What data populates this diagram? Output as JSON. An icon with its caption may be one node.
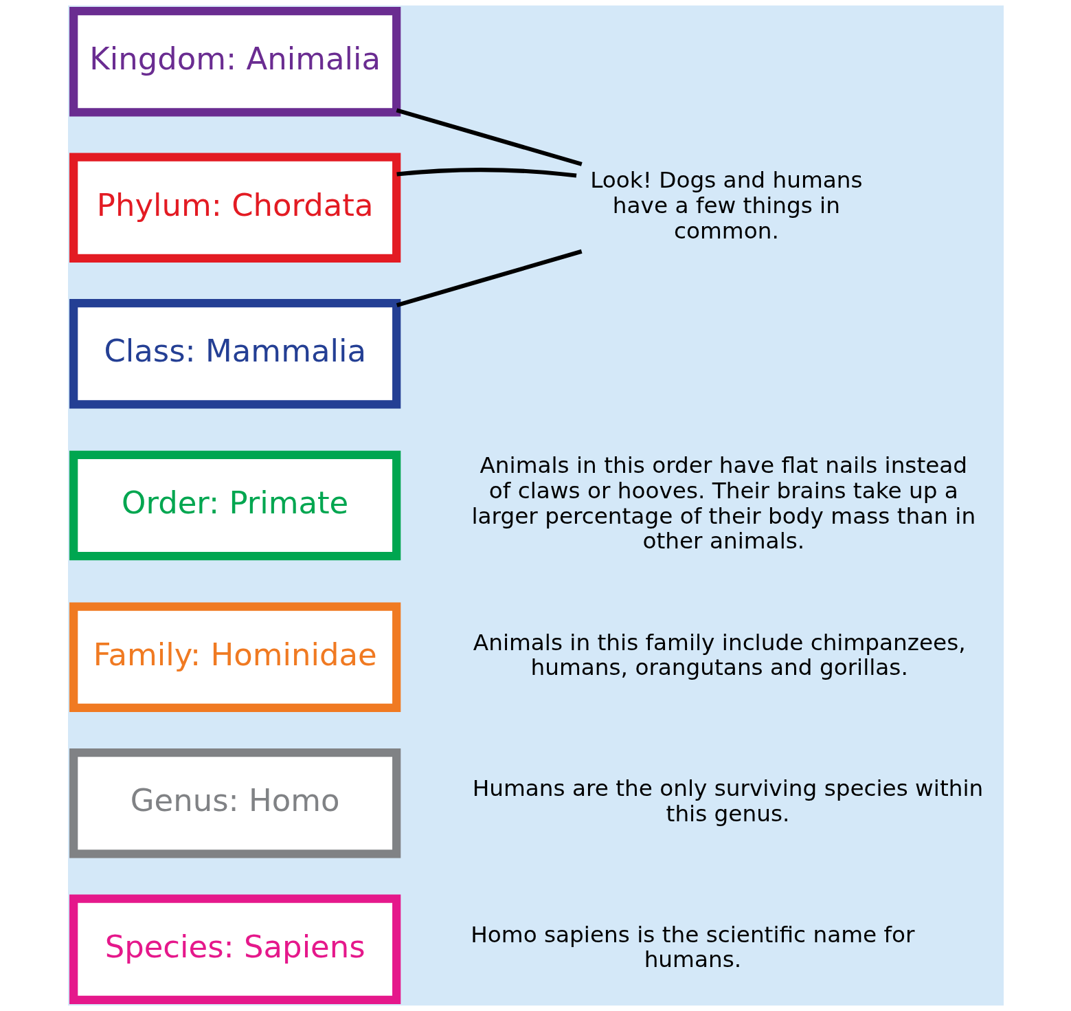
{
  "diagram": {
    "nodes": [
      {
        "text": [
          "Kingdom: Animalia"
        ]
      },
      {
        "text": [
          "Phylum: Chordata"
        ]
      },
      {
        "text": [
          "Class: Mammalia"
        ]
      },
      {
        "text": [
          "Order: Primate"
        ],
        "beside": [
          "Animals in this order have flat nails instead of claws or hooves. Their brains take up a larger percentage of their body mass than in other animals."
        ]
      },
      {
        "text": [
          "Family: Hominidae"
        ],
        "beside": [
          "Animals in this family include chimpanzees, humans, orangutans and gorillas."
        ]
      },
      {
        "text": [
          "Genus: Homo"
        ],
        "beside": [
          "Humans are the only surviving species within this genus."
        ]
      },
      {
        "text": [
          "Species: Sapiens"
        ],
        "beside": [
          "Homo sapiens is the scientific name for humans."
        ]
      },
      {
        "text": [
          "Look! Dogs and humans have a few things in common."
        ]
      }
    ],
    "edges": [
      {
        "from": 0,
        "to": 7,
        "arrow": "none"
      },
      {
        "from": 1,
        "to": 7,
        "arrow": "none"
      },
      {
        "from": 2,
        "to": 7,
        "arrow": "none"
      }
    ]
  }
}
